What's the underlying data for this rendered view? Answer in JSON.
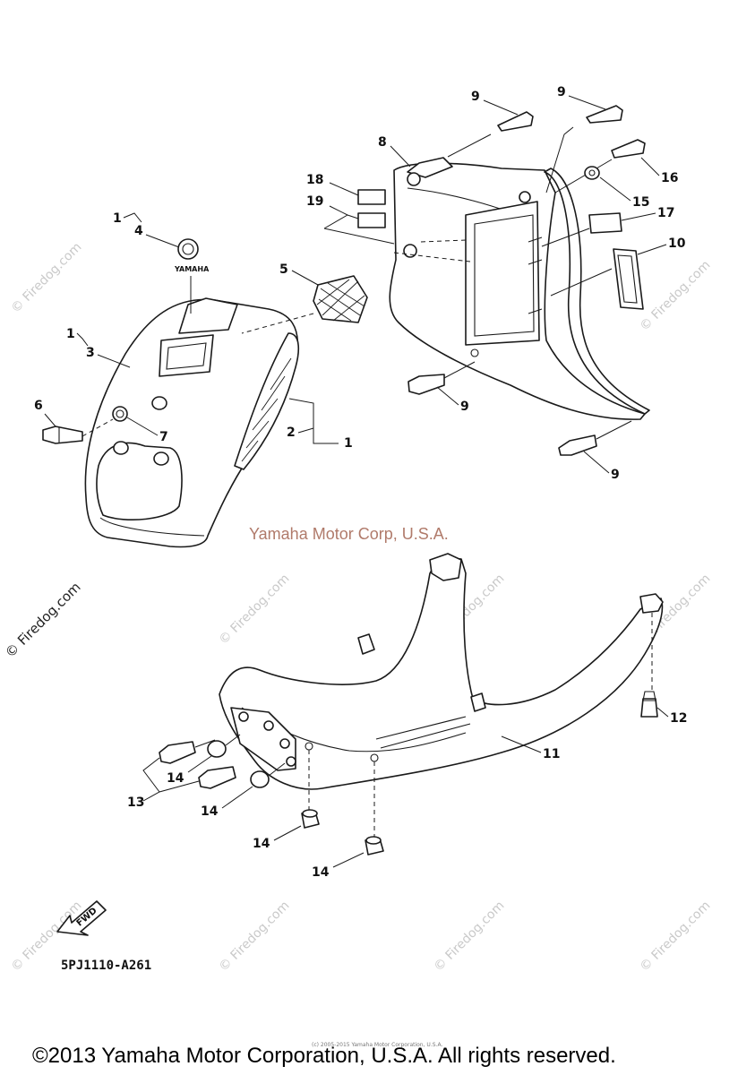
{
  "callouts": {
    "c1_a": "1",
    "c4": "4",
    "c1_b": "1",
    "c3": "3",
    "c5": "5",
    "c6": "6",
    "c7": "7",
    "c2": "2",
    "c1_c": "1",
    "c8": "8",
    "c9_a": "9",
    "c9_b": "9",
    "c9_c": "9",
    "c9_d": "9",
    "c10": "10",
    "c11": "11",
    "c12": "12",
    "c13": "13",
    "c14_a": "14",
    "c14_b": "14",
    "c14_c": "14",
    "c14_d": "14",
    "c15": "15",
    "c16": "16",
    "c17": "17",
    "c18": "18",
    "c19": "19"
  },
  "emblem_text": "YAMAHA",
  "fwd_label": "FWD",
  "diagram_code": "5PJ1110-A261",
  "credit": "Yamaha Motor Corp, U.S.A.",
  "watermark": "© Firedog.com",
  "small_copyright": "(c) 2005-2015 Yamaha Motor Corporation, U.S.A.",
  "copyright": "©2013 Yamaha Motor Corporation, U.S.A. All rights reserved."
}
